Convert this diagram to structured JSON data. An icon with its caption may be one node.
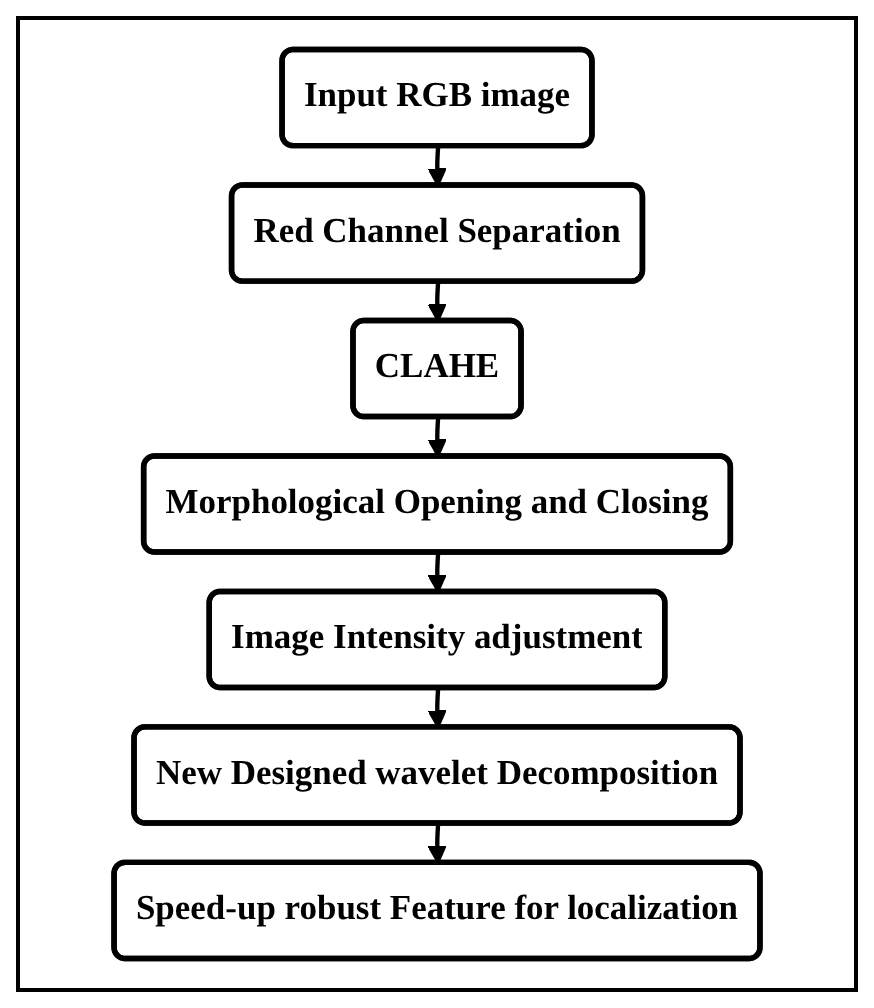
{
  "diagram": {
    "nodes": [
      {
        "text": [
          "Input RGB image"
        ]
      },
      {
        "text": [
          "Red Channel Separation"
        ]
      },
      {
        "text": [
          "CLAHE"
        ]
      },
      {
        "text": [
          "Morphological Opening and Closing"
        ]
      },
      {
        "text": [
          "Image Intensity adjustment"
        ]
      },
      {
        "text": [
          "New Designed wavelet Decomposition"
        ]
      },
      {
        "text": [
          "Speed-up robust Feature for localization"
        ]
      }
    ],
    "edges": [
      {
        "from": 0,
        "to": 1,
        "arrow": "to"
      },
      {
        "from": 1,
        "to": 2,
        "arrow": "to"
      },
      {
        "from": 2,
        "to": 3,
        "arrow": "to"
      },
      {
        "from": 3,
        "to": 4,
        "arrow": "to"
      },
      {
        "from": 4,
        "to": 5,
        "arrow": "to"
      },
      {
        "from": 5,
        "to": 6,
        "arrow": "to"
      }
    ]
  }
}
